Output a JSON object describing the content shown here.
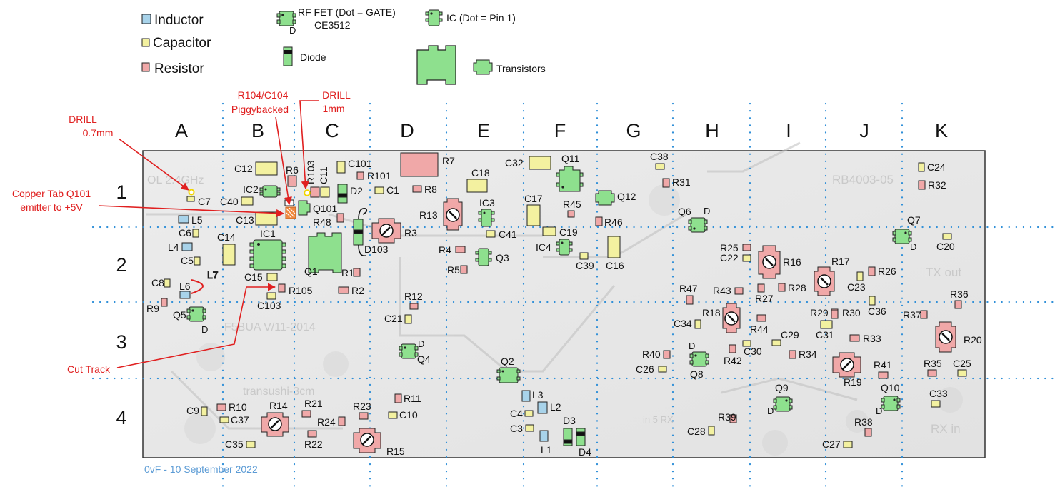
{
  "legend": {
    "inductor": "Inductor",
    "capacitor": "Capacitor",
    "resistor": "Resistor",
    "rf_fet_line1": "RF FET (Dot = GATE)",
    "rf_fet_line2": "CE3512",
    "ic": "IC (Dot = Pin 1)",
    "diode": "Diode",
    "transistors": "Transistors",
    "rf_fet_pin": "D"
  },
  "columns": [
    "A",
    "B",
    "C",
    "D",
    "E",
    "F",
    "G",
    "H",
    "I",
    "J",
    "K"
  ],
  "rows": [
    "1",
    "2",
    "3",
    "4"
  ],
  "annotations": {
    "drill_07_line1": "DRILL",
    "drill_07_line2": "0.7mm",
    "r104_line1": "R104/C104",
    "r104_line2": "Piggybacked",
    "drill_1_line1": "DRILL",
    "drill_1_line2": "1mm",
    "copper_line1": "Copper Tab Q101",
    "copper_line2": "emitter to +5V",
    "cut_track": "Cut Track"
  },
  "board_silkscreen": {
    "top_left": "OL 2.4GHz",
    "top_right": "RB4003-05",
    "tx_out": "TX out",
    "rx_in": "RX in",
    "in_rx": "in 5 RX",
    "author": "F5BUA V/11-2014",
    "trans": "transushi-3cm"
  },
  "footer": "0vF - 10 September 2022",
  "colors": {
    "inductor": "#a8d3ea",
    "capacitor": "#f3f1a0",
    "resistor": "#f0a8a8",
    "transistor": "#8ee08e",
    "annotation": "#e02020",
    "grid_dots": "#2f8fd8",
    "footer": "#5b9bd5",
    "drill_ring": "#f2d600",
    "copper_tab": "#f08a40"
  },
  "parts": {
    "C7": "C7",
    "L5": "L5",
    "C6": "C6",
    "L4": "L4",
    "C5": "C5",
    "C8": "C8",
    "L6": "L6",
    "L7": "L7",
    "R9": "R9",
    "Q5": "Q5",
    "C12": "C12",
    "R6": "R6",
    "IC2": "IC2",
    "C40": "C40",
    "C13": "C13",
    "IC1": "IC1",
    "C14": "C14",
    "C15": "C15",
    "R105": "R105",
    "C103": "C103",
    "R103": "R103",
    "C11": "C11",
    "C101": "C101",
    "R101": "R101",
    "C1": "C1",
    "D2": "D2",
    "Q101": "Q101",
    "R48": "R48",
    "Q1": "Q1",
    "D103": "D103",
    "R1": "R1",
    "R2": "R2",
    "R7": "R7",
    "R8": "R8",
    "R3": "R3",
    "R13": "R13",
    "R4": "R4",
    "R5": "R5",
    "R12": "R12",
    "C21": "C21",
    "Q4": "Q4",
    "C18": "C18",
    "IC3": "IC3",
    "C41": "C41",
    "Q3": "Q3",
    "Q2": "Q2",
    "L3": "L3",
    "L2": "L2",
    "C4": "C4",
    "C3": "C3",
    "L1": "L1",
    "D3": "D3",
    "D4": "D4",
    "C32": "C32",
    "Q11": "Q11",
    "C17": "C17",
    "R45": "R45",
    "C19": "C19",
    "IC4": "IC4",
    "C39": "C39",
    "Q12": "Q12",
    "R46": "R46",
    "C16": "C16",
    "C38": "C38",
    "R31": "R31",
    "Q6": "Q6",
    "R25": "R25",
    "C22": "C22",
    "R47": "R47",
    "R43": "R43",
    "R18": "R18",
    "C34": "C34",
    "R40": "R40",
    "C26": "C26",
    "Q8": "Q8",
    "R42": "R42",
    "C30": "C30",
    "R44": "R44",
    "C29": "C29",
    "R27": "R27",
    "R28": "R28",
    "R16": "R16",
    "R34": "R34",
    "Q9": "Q9",
    "R39": "R39",
    "C28": "C28",
    "R17": "R17",
    "C23": "C23",
    "R26": "R26",
    "C36": "C36",
    "R29": "R29",
    "R30": "R30",
    "C31": "C31",
    "R33": "R33",
    "R19": "R19",
    "R41": "R41",
    "Q10": "Q10",
    "R38": "R38",
    "C27": "C27",
    "C24": "C24",
    "R32": "R32",
    "Q7": "Q7",
    "C20": "C20",
    "R36": "R36",
    "R37": "R37",
    "R20": "R20",
    "R35": "R35",
    "C25": "C25",
    "C33": "C33",
    "R10": "R10",
    "C37": "C37",
    "C9": "C9",
    "R14": "R14",
    "R21": "R21",
    "R24": "R24",
    "R22": "R22",
    "C35": "C35",
    "R23": "R23",
    "C10": "C10",
    "R11": "R11",
    "R15": "R15",
    "D": "D"
  }
}
